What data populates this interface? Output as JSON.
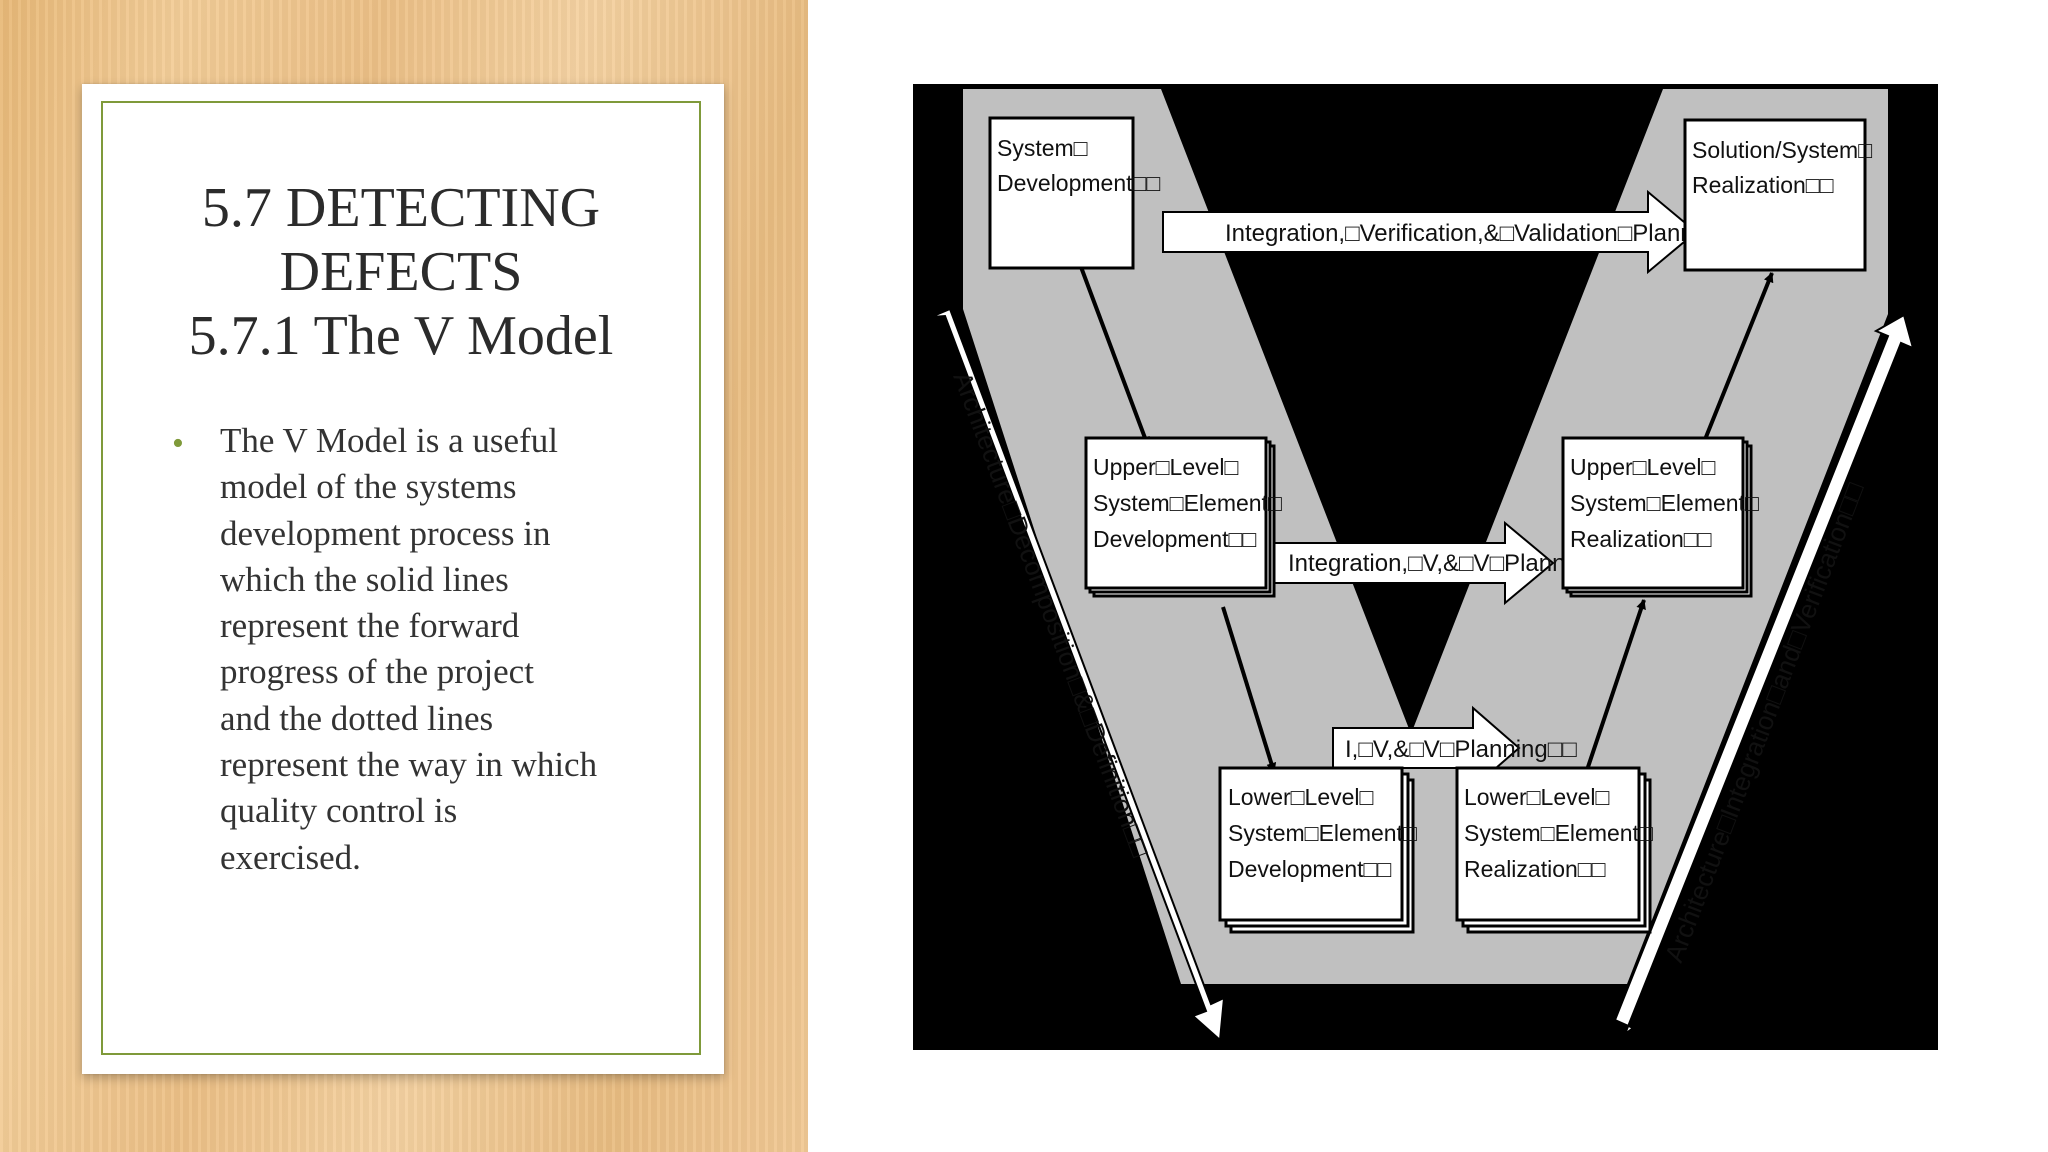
{
  "slide": {
    "title_lines": [
      "5.7 DETECTING",
      "DEFECTS",
      "5.7.1 The V Model"
    ],
    "bullet_lines": [
      "The V Model is a useful",
      "model of  the systems",
      "development process in",
      "which the solid lines",
      "represent the forward",
      "progress of  the project",
      "and the dotted lines",
      "represent the way in which",
      "quality control is",
      "exercised."
    ]
  },
  "diagram": {
    "boxes": {
      "system_development": [
        "System□",
        "Development□□"
      ],
      "solution_realization": [
        "Solution/System□",
        "Realization□□"
      ],
      "upper_development": [
        "Upper□Level□",
        "System□Element□",
        "Development□□"
      ],
      "upper_realization": [
        "Upper□Level□",
        "System□Element□",
        "Realization□□"
      ],
      "lower_development": [
        "Lower□Level□",
        "System□Element□",
        "Development□□"
      ],
      "lower_realization": [
        "Lower□Level□",
        "System□Element□",
        "Realization□□"
      ]
    },
    "planning_arrows": {
      "top": "Integration,□Verification,&□Validation□Planning□□",
      "middle": "Integration,□V,&□V□Planning□□",
      "bottom": "I,□V,&□V□Planning□□"
    },
    "side_labels": {
      "left": "Architecture□Decomposition□&□Definition□□",
      "right": "Architecture□Integration□and□Verification□□"
    },
    "colors": {
      "background": "#000000",
      "band": "#c0c0c0",
      "box": "#ffffff",
      "arrow_fill": "#ffffff"
    }
  }
}
